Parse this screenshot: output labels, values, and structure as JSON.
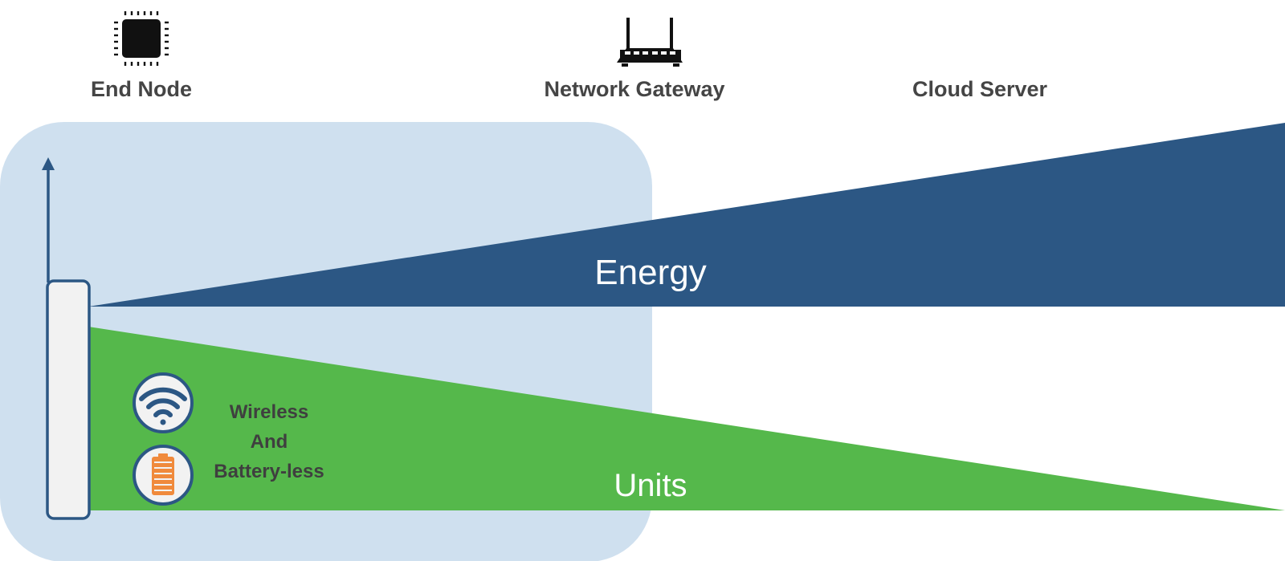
{
  "tiers": {
    "end_node": "End Node",
    "gateway": "Network Gateway",
    "cloud": "Cloud Server"
  },
  "wedges": {
    "energy": "Energy",
    "units": "Units"
  },
  "feature": {
    "line1": "Wireless",
    "line2": "And",
    "line3": "Battery-less"
  },
  "icons": {
    "end_node": "microchip-icon",
    "gateway": "router-icon",
    "wireless": "wifi-icon",
    "battery": "battery-icon"
  },
  "colors": {
    "energy": "#2c5784",
    "units": "#55b84b",
    "highlight": "#cfe0ef",
    "text": "#454545",
    "battery": "#f08a3c"
  }
}
